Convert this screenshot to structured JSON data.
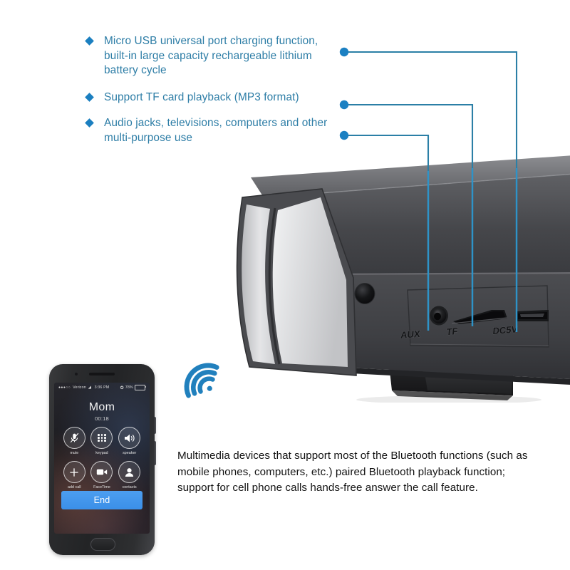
{
  "features": [
    {
      "bullet_icon": "diamond-bullet-icon",
      "text": "Micro USB universal port charging function, built-in large capacity rechargeable lithium battery cycle"
    },
    {
      "bullet_icon": "diamond-bullet-icon",
      "text": "Support TF card playback (MP3 format)"
    },
    {
      "bullet_icon": "diamond-bullet-icon",
      "text": "Audio jacks, televisions, computers and other multi-purpose use"
    }
  ],
  "callouts": [
    {
      "target": "dc5v-port",
      "label": "callout-line-micro-usb"
    },
    {
      "target": "tf-card-slot",
      "label": "callout-line-tf-card"
    },
    {
      "target": "aux-jack",
      "label": "callout-line-aux"
    }
  ],
  "speaker": {
    "ports": [
      {
        "id": "aux-jack",
        "label": "AUX"
      },
      {
        "id": "tf-card-slot",
        "label": "TF"
      },
      {
        "id": "dc5v-port",
        "label": "DC5V"
      }
    ]
  },
  "phone": {
    "status_bar": {
      "signal_dots": "●●●○○",
      "carrier": "Verizon",
      "wifi_icon": "wifi-icon",
      "time": "3:36 PM",
      "bluetooth_icon": "bluetooth-icon",
      "battery_percent": "78%"
    },
    "caller_name": "Mom",
    "call_timer": "00:18",
    "buttons": [
      {
        "icon": "mute-microphone-icon",
        "label": "mute"
      },
      {
        "icon": "keypad-icon",
        "label": "keypad"
      },
      {
        "icon": "speaker-icon",
        "label": "speaker"
      },
      {
        "icon": "plus-icon",
        "label": "add call"
      },
      {
        "icon": "video-camera-icon",
        "label": "FaceTime"
      },
      {
        "icon": "person-icon",
        "label": "contacts"
      }
    ],
    "end_call_label": "End"
  },
  "wireless_icon": "wireless-signal-icon",
  "bottom_paragraph": "Multimedia devices that support most of the Bluetooth functions (such as mobile phones, computers, etc.) paired Bluetooth playback function; support for cell phone calls hands-free answer the call feature.",
  "colors": {
    "accent_blue": "#1b7fc0",
    "feature_text": "#2d7da6",
    "callout_line": "#2b7fa6",
    "end_button": "#4c9ef0",
    "speaker_body": "#55565a",
    "speaker_cap": "#d9dadc",
    "paragraph_text": "#131313"
  }
}
